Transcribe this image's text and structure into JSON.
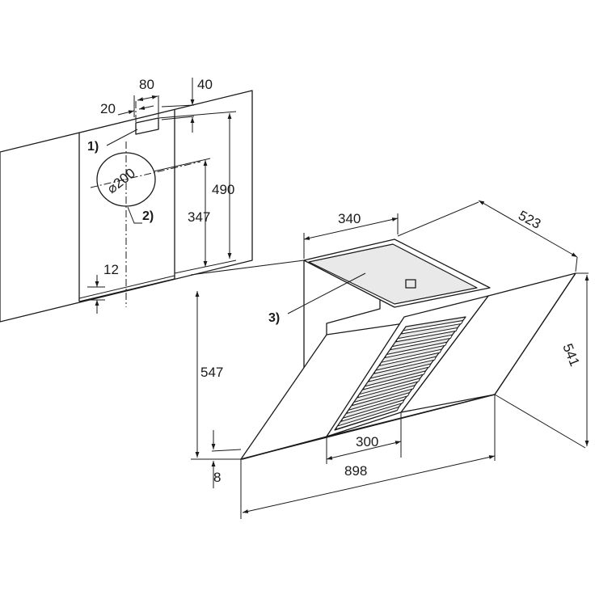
{
  "wall_plan": {
    "labels": {
      "dim_20": "20",
      "dim_80": "80",
      "dim_40": "40",
      "dim_490": "490",
      "dim_347": "347",
      "dim_12": "12",
      "duct_diameter": "⌀200"
    },
    "callouts": {
      "c1": "1)",
      "c2": "2)"
    }
  },
  "hood": {
    "labels": {
      "dim_340": "340",
      "dim_523": "523",
      "dim_547": "547",
      "dim_541": "541",
      "dim_300": "300",
      "dim_898": "898",
      "dim_8": "8"
    },
    "callouts": {
      "c3": "3)"
    },
    "grille_slats": 13
  },
  "colors": {
    "line": "#1a1a1a",
    "background": "#ffffff",
    "shade": "#e9e9e9"
  }
}
